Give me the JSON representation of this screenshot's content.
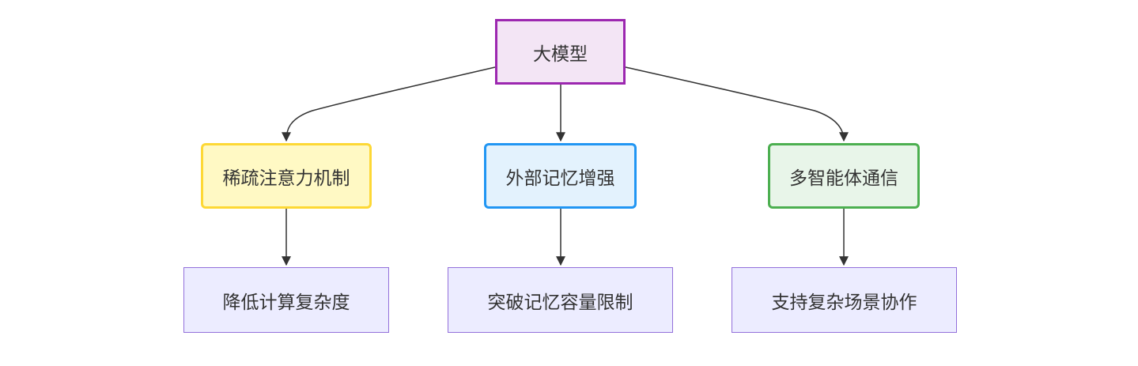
{
  "nodes": {
    "root": "大模型",
    "sparse_attention": "稀疏注意力机制",
    "external_memory": "外部记忆增强",
    "multi_agent": "多智能体通信",
    "reduce_complexity": "降低计算复杂度",
    "break_memory_limit": "突破记忆容量限制",
    "complex_collaboration": "支持复杂场景协作"
  },
  "colors": {
    "root_fill": "#f3e5f5",
    "root_border": "#9c27b0",
    "sparse_fill": "#fff9c4",
    "sparse_border": "#fdd835",
    "memory_fill": "#e3f2fd",
    "memory_border": "#2196f3",
    "agent_fill": "#e8f5e9",
    "agent_border": "#4caf50",
    "leaf_fill": "#ececff",
    "leaf_border": "#9370db",
    "edge": "#333333"
  }
}
